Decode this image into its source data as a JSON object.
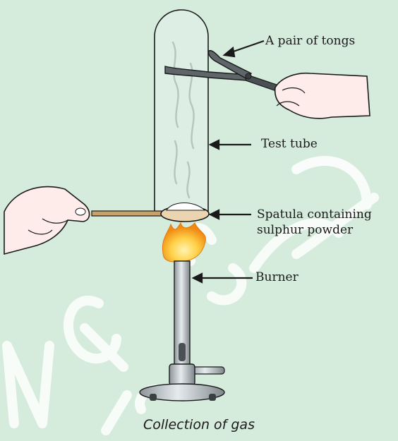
{
  "diagram": {
    "labels": {
      "tongs": "A pair of tongs",
      "test_tube": "Test tube",
      "spatula_line1": "Spatula containing",
      "spatula_line2": "sulphur powder",
      "burner": "Burner"
    },
    "caption": "Collection of gas",
    "watermark": "NCERT not to be republished",
    "colors": {
      "background": "#d5ebdc",
      "skin": "#fdecea",
      "outline": "#1a1a1a",
      "burner_metal": "#b8c0c4",
      "flame_outer": "#f2a31c",
      "flame_inner": "#ffe27a",
      "spatula": "#c8a06a",
      "watermark": "#ffffff"
    },
    "icons": [
      "hand-icon",
      "tongs-icon",
      "test-tube-icon",
      "spatula-icon",
      "flame-icon",
      "burner-icon",
      "arrow-icon"
    ]
  }
}
